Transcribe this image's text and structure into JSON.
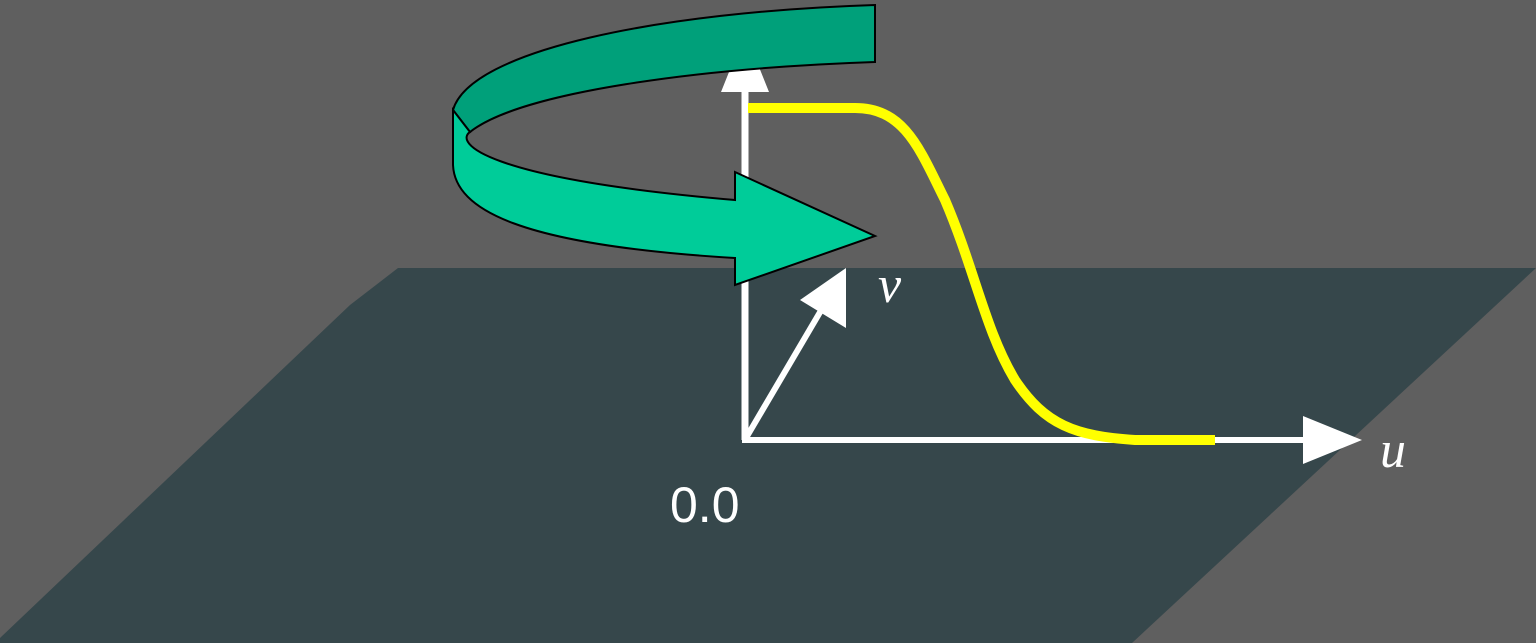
{
  "diagram": {
    "axes": {
      "u_label": "u",
      "v_label": "v",
      "origin_label": "0.0"
    },
    "colors": {
      "background": "#5f5f5f",
      "plane": "#36474b",
      "axes": "#ffffff",
      "curve": "#ffff00",
      "arrow_fill": "#00cc99",
      "arrow_top": "#00a07a",
      "arrow_outline": "#000000",
      "labels": "#ffffff"
    }
  }
}
